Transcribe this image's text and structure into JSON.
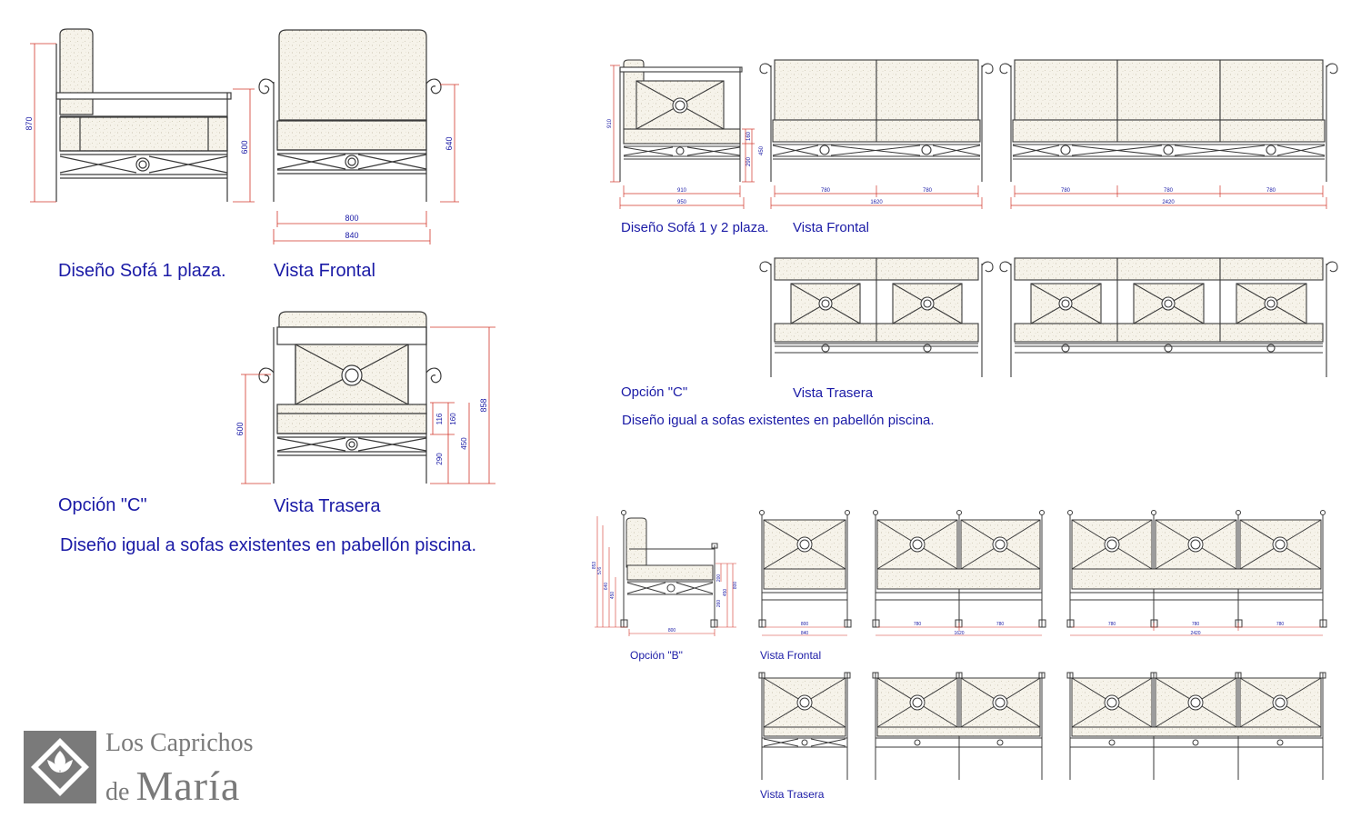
{
  "labels": {
    "sofa1_title": "Diseño Sofá 1 plaza.",
    "sofa1_view": "Vista Frontal",
    "sofa1_option": "Opción  \"C\"",
    "sofa1_back_view": "Vista Trasera",
    "sofa1_note": "Diseño igual a sofas existentes en pabellón piscina.",
    "sofa12_title": "Diseño Sofá 1 y 2 plaza.",
    "sofa12_view": "Vista Frontal",
    "optC": "Opción  \"C\"",
    "optC_back": "Vista Trasera",
    "optC_note": "Diseño igual a sofas existentes en pabellón piscina.",
    "optB": "Opción \"B\"",
    "optB_front": "Vista Frontal",
    "optB_back": "Vista Trasera"
  },
  "dimensions": {
    "s1_height": "870",
    "s1_seat": "600",
    "s1_arm": "640",
    "s1_inner_width": "800",
    "s1_outer_width": "840",
    "s1_back_600": "600",
    "s1_back_858": "858",
    "s1_back_116": "116",
    "s1_back_160": "160",
    "s1_back_290": "290",
    "s1_back_450": "450",
    "sc_910_h": "910",
    "sc_160": "160",
    "sc_450": "450",
    "sc_290": "290",
    "sc_910_w": "910",
    "sc_950": "950",
    "s2_780a": "780",
    "s2_780b": "780",
    "s2_1620": "1620",
    "s3_780a": "780",
    "s3_780b": "780",
    "s3_780c": "780",
    "s3_2420": "2420",
    "b_853": "853",
    "b_576": "576",
    "b_640": "640",
    "b_450": "450",
    "b_200": "200",
    "b_260": "260",
    "b_800": "800",
    "b_side_w": "800",
    "b1_800": "800",
    "b1_840": "840",
    "b2_780a": "780",
    "b2_780b": "780",
    "b2_1620": "1620",
    "b3_780a": "780",
    "b3_780b": "780",
    "b3_780c": "780",
    "b3_2420": "2420"
  },
  "logo": {
    "line1": "Los Caprichos",
    "line2_prefix": "de",
    "line2_name": "María"
  },
  "colors": {
    "line": "#3a3a3a",
    "dim": "#d2362a",
    "dim_text": "#1a1aa6",
    "label": "#1a1aa6",
    "fill": "#f3f0e6",
    "logo": "#7a7a7a"
  }
}
